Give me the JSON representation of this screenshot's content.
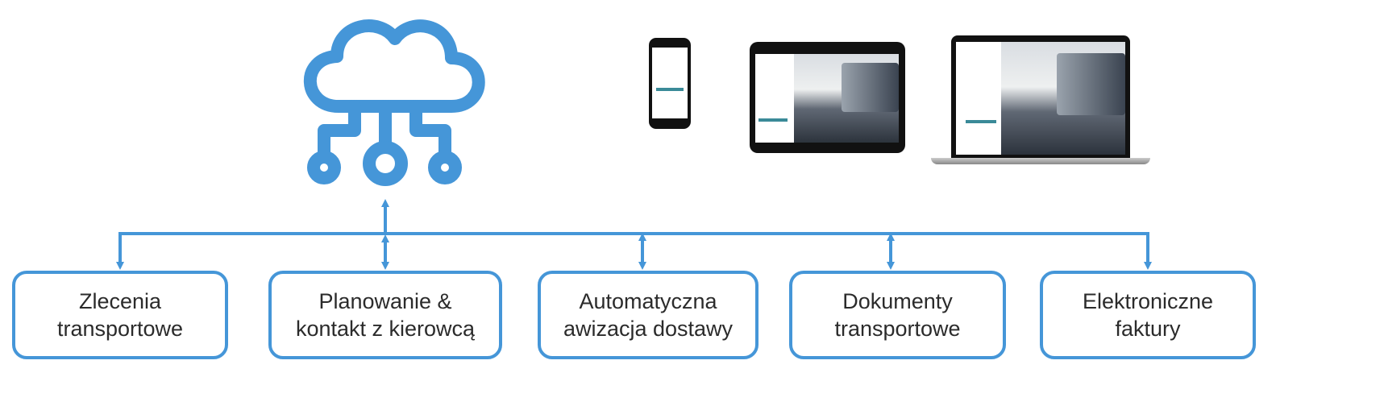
{
  "colors": {
    "accent": "#4596d8",
    "text": "#2b2b2b"
  },
  "icons": [
    "cloud-network-icon",
    "smartphone-device",
    "tablet-device",
    "laptop-device"
  ],
  "modules": [
    {
      "line1": "Zlecenia",
      "line2": "transportowe"
    },
    {
      "line1": "Planowanie &",
      "line2": "kontakt z kierowcą"
    },
    {
      "line1": "Automatyczna",
      "line2": "awizacja dostawy"
    },
    {
      "line1": "Dokumenty",
      "line2": "transportowe"
    },
    {
      "line1": "Elektroniczne",
      "line2": "faktury"
    }
  ]
}
